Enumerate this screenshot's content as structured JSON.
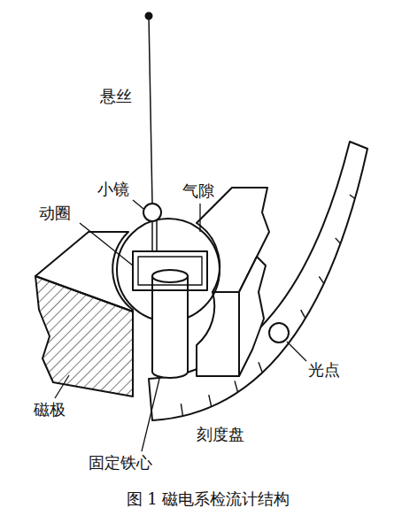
{
  "diagram": {
    "caption": "图 1 磁电系检流计结构",
    "labels": [
      "悬丝",
      "小镜",
      "气隙",
      "动圈",
      "光点",
      "磁极",
      "刻度盘",
      "固定铁心"
    ]
  }
}
